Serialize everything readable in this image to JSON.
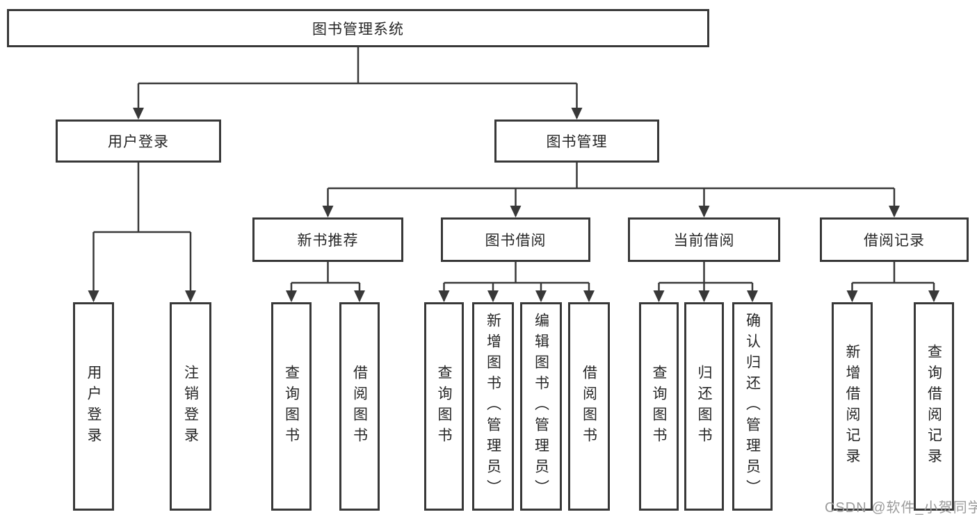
{
  "diagram": {
    "root": {
      "label": "图书管理系统"
    },
    "branches": {
      "user_login": {
        "label": "用户登录",
        "children": [
          "用户登录",
          "注销登录"
        ]
      },
      "book_mgmt": {
        "label": "图书管理",
        "sections": {
          "new_book": {
            "label": "新书推荐",
            "children": [
              "查询图书",
              "借阅图书"
            ]
          },
          "borrow": {
            "label": "图书借阅",
            "children": [
              "查询图书",
              "新增图书（管理员）",
              "编辑图书（管理员）",
              "借阅图书"
            ]
          },
          "current": {
            "label": "当前借阅",
            "children": [
              "查询图书",
              "归还图书",
              "确认归还（管理员）"
            ]
          },
          "records": {
            "label": "借阅记录",
            "children": [
              "新增借阅记录",
              "查询借阅记录"
            ]
          }
        }
      }
    }
  },
  "watermark": "CSDN @软件_小贺同学",
  "colors": {
    "line": "#383838",
    "box_border": "#383838",
    "box_background": "#ffffff",
    "text": "#262626",
    "watermark_text": "#9b9b9b",
    "page_background": "#ffffff"
  }
}
